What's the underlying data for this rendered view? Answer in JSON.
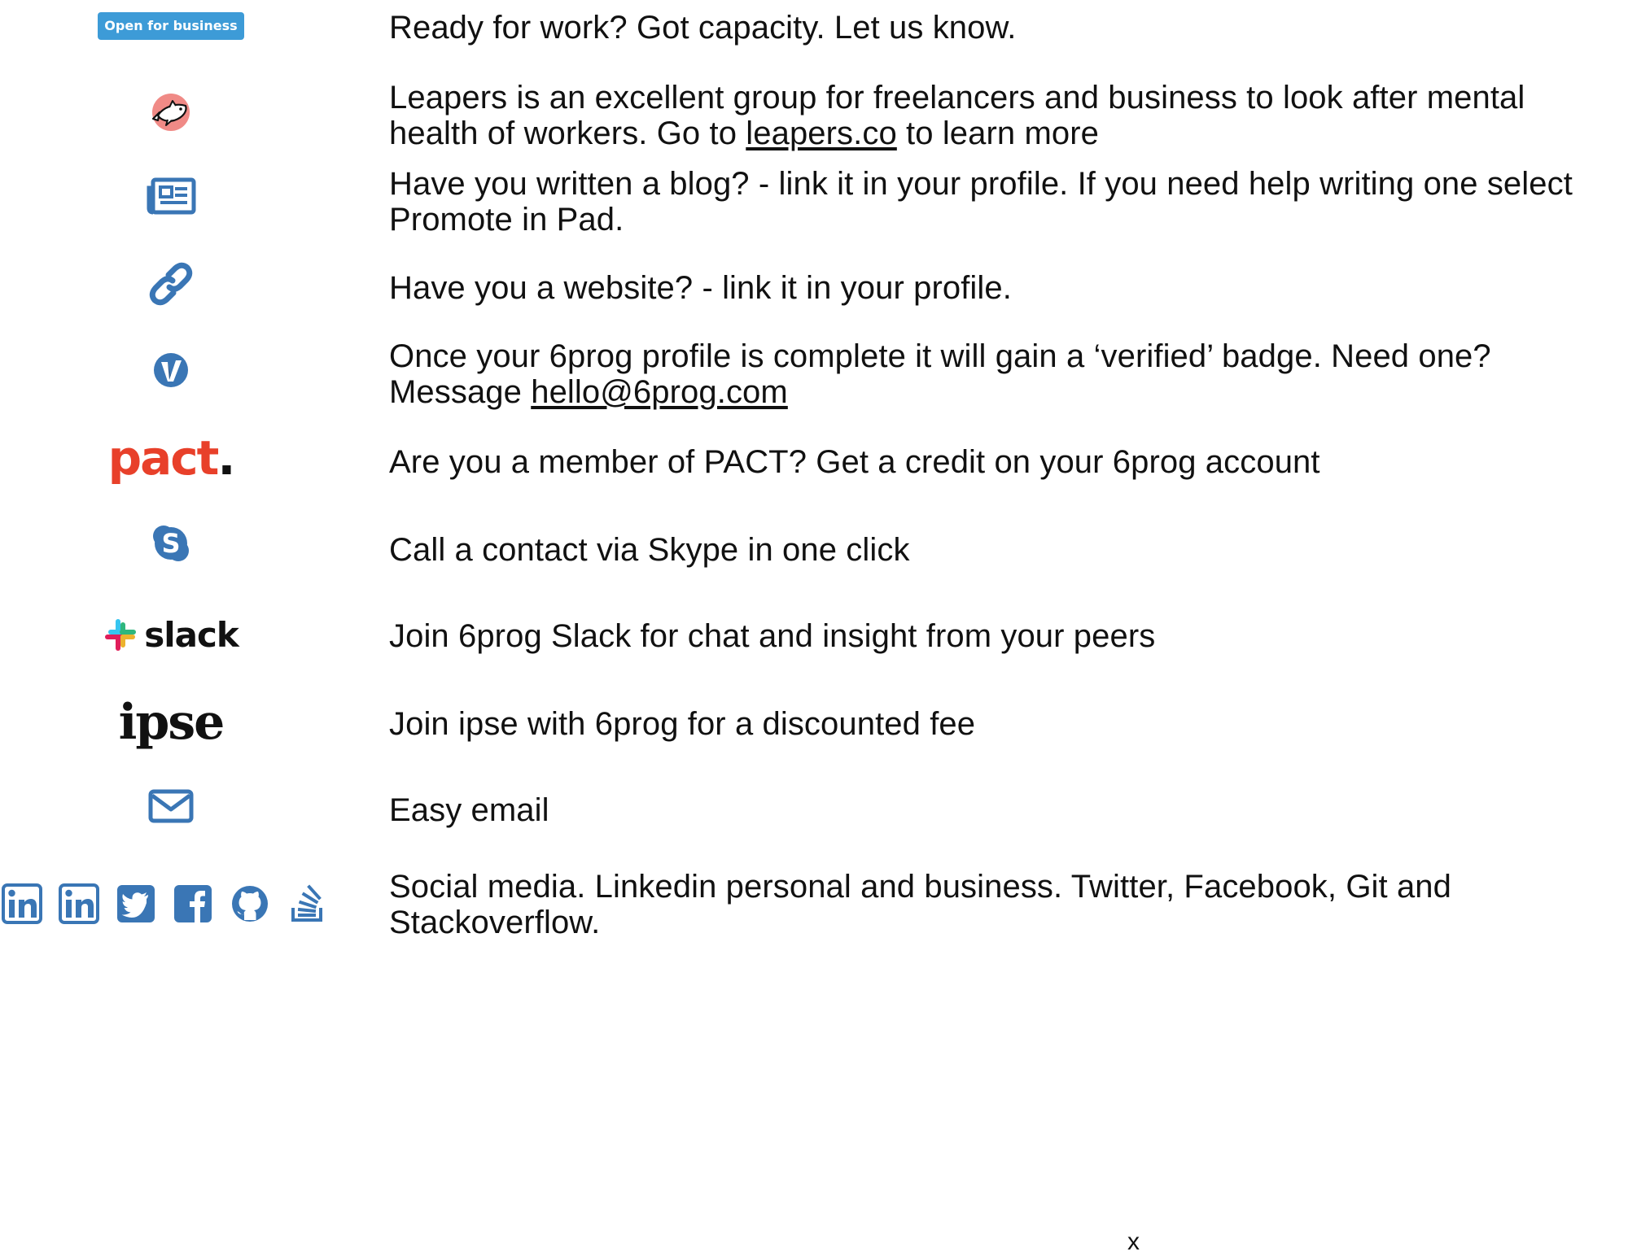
{
  "colors": {
    "icon_blue": "#3a76b5",
    "badge_blue": "#3d9bd7",
    "pact_red": "#e8402a",
    "leapers_pink": "#f08a86"
  },
  "features": [
    {
      "icon": "open-for-business-badge",
      "badge_text": "Open for business",
      "text": "Ready for work? Got capacity. Let us know."
    },
    {
      "icon": "leapers-fish-icon",
      "text_before": "Leapers is an excellent group for freelancers and business to look after mental health of workers. Go to ",
      "link": "leapers.co",
      "text_after": " to learn more"
    },
    {
      "icon": "newspaper-icon",
      "text": "Have you written a blog? - link it in your profile. If you need help writing one select Promote in Pad."
    },
    {
      "icon": "link-icon",
      "text": "Have you a website? - link it in your profile."
    },
    {
      "icon": "verified-icon",
      "text_before": "Once your 6prog profile is complete it will gain a ‘verified’ badge. Need one? Message ",
      "link": "hello@6prog.com",
      "text_after": ""
    },
    {
      "icon": "pact-logo",
      "logo_text": "pact",
      "logo_dot": ".",
      "text": "Are you a member of PACT? Get a credit on your 6prog account"
    },
    {
      "icon": "skype-icon",
      "text": "Call a contact via Skype in one click"
    },
    {
      "icon": "slack-logo",
      "logo_text": "slack",
      "text": "Join 6prog Slack for chat and insight from your peers"
    },
    {
      "icon": "ipse-logo",
      "logo_text": "ipse",
      "text": "Join ipse with 6prog for a discounted fee"
    },
    {
      "icon": "envelope-icon",
      "text": "Easy email"
    },
    {
      "icon": "social-icons",
      "social": [
        "linkedin-icon",
        "linkedin-icon",
        "twitter-icon",
        "facebook-icon",
        "github-icon",
        "stackoverflow-icon"
      ],
      "text": "Social media. Linkedin personal and business. Twitter, Facebook, Git and Stackoverflow."
    }
  ],
  "close_label": "x"
}
